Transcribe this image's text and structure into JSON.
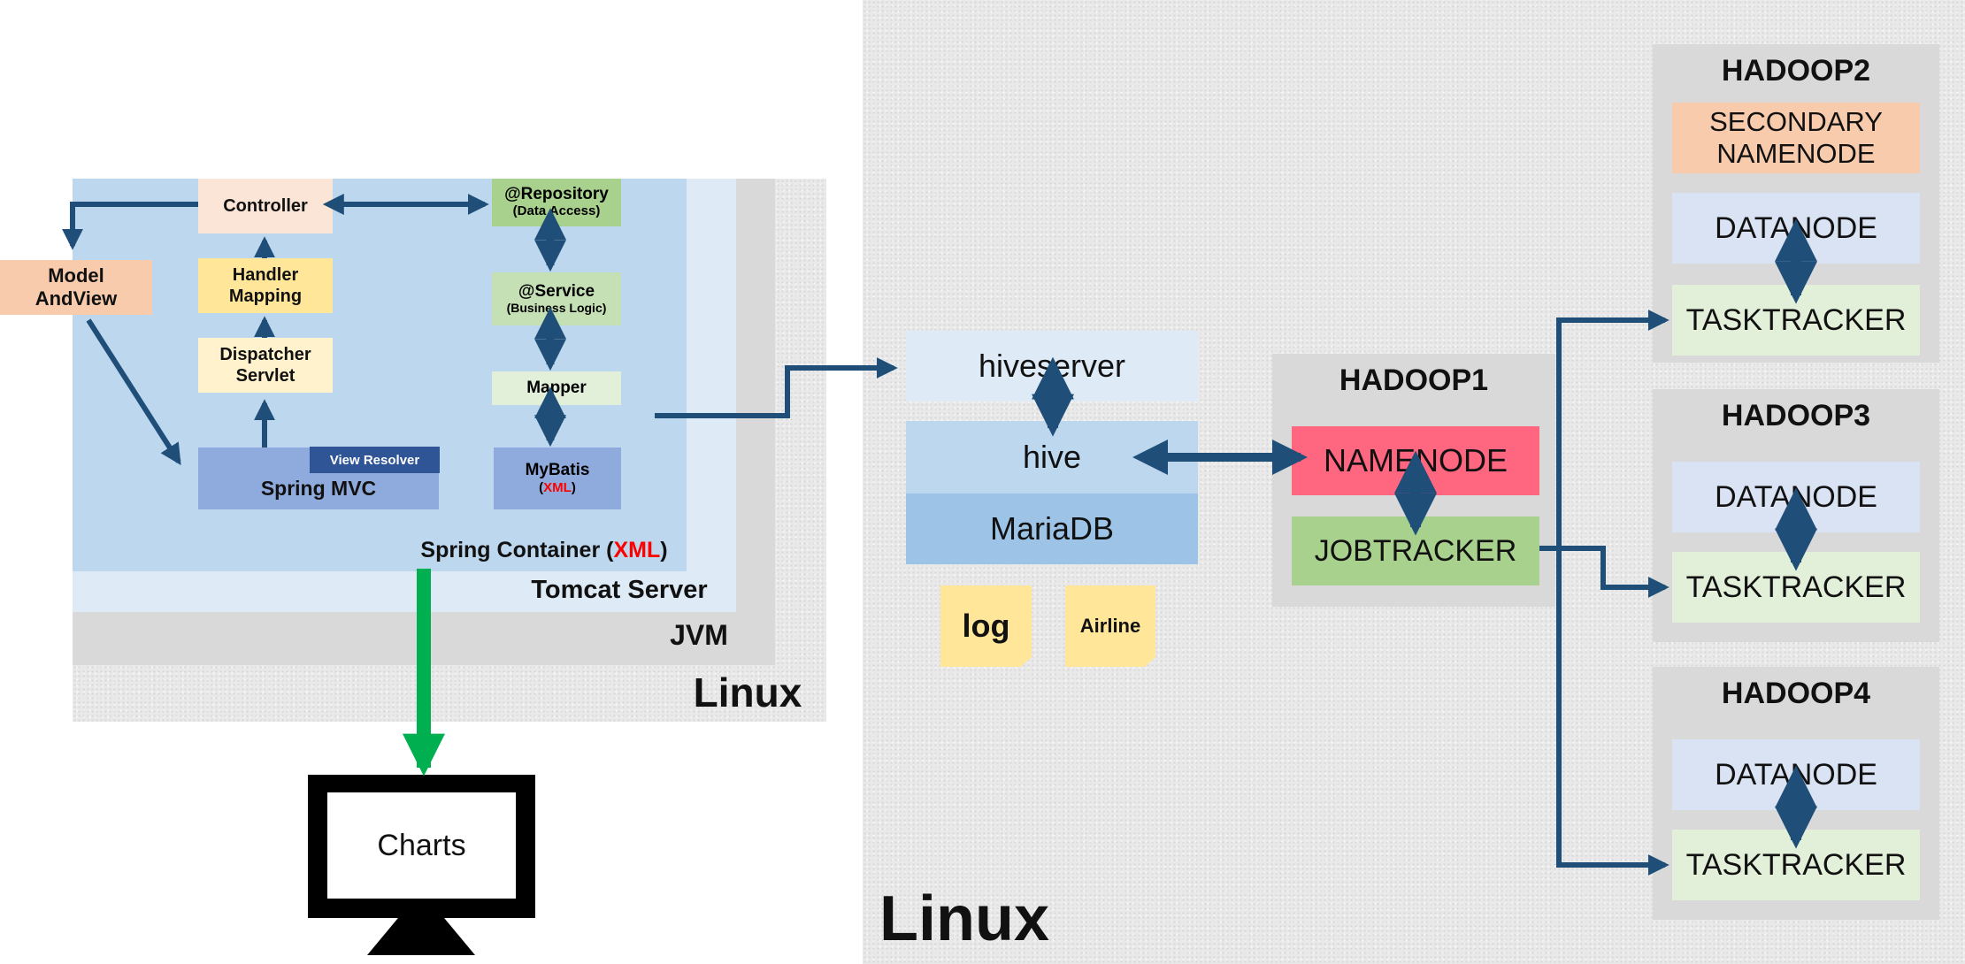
{
  "left": {
    "model_andview": "Model\nAndView",
    "controller": "Controller",
    "handler_mapping": "Handler\nMapping",
    "dispatcher_servlet": "Dispatcher\nServlet",
    "view_resolver": "View Resolver",
    "spring_mvc": "Spring MVC",
    "repository": "@Repository",
    "repository_sub": "(Data Access)",
    "service": "@Service",
    "service_sub": "(Business Logic)",
    "mapper": "Mapper",
    "mybatis": "MyBatis",
    "mybatis_paren_open": "(",
    "mybatis_xml": "XML",
    "mybatis_paren_close": ")",
    "spring_container": "Spring Container (",
    "spring_container_xml": "XML",
    "spring_container_close": ")",
    "tomcat": "Tomcat Server",
    "jvm": "JVM",
    "linux": "Linux",
    "charts": "Charts"
  },
  "right": {
    "linux": "Linux",
    "hiveserver": "hiveserver",
    "hive": "hive",
    "mariadb": "MariaDB",
    "note_log": "log",
    "note_airline": "Airline",
    "hadoop1": {
      "title": "HADOOP1",
      "namenode": "NAMENODE",
      "jobtracker": "JOBTRACKER"
    },
    "hadoop2": {
      "title": "HADOOP2",
      "secondary": "SECONDARY\nNAMENODE",
      "datanode": "DATANODE",
      "tasktracker": "TASKTRACKER"
    },
    "hadoop3": {
      "title": "HADOOP3",
      "datanode": "DATANODE",
      "tasktracker": "TASKTRACKER"
    },
    "hadoop4": {
      "title": "HADOOP4",
      "datanode": "DATANODE",
      "tasktracker": "TASKTRACKER"
    }
  },
  "colors": {
    "arrow": "#1f4e79",
    "green_arrow": "#00b050",
    "xml_red": "#ff0000",
    "namenode": "#ff6680",
    "jobtracker": "#a9d18e",
    "secondary": "#f8cbad",
    "datanode": "#dae3f3",
    "tasktracker": "#e2f0d9",
    "note": "#ffe699"
  }
}
